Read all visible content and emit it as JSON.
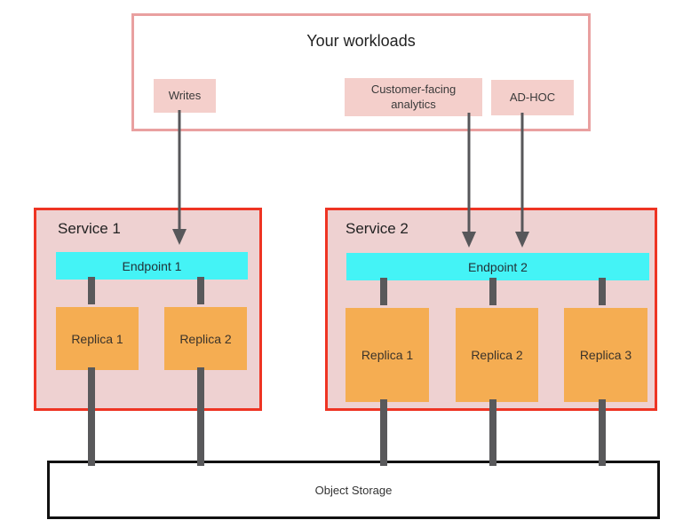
{
  "workloads": {
    "title": "Your workloads",
    "items": [
      {
        "label": "Writes"
      },
      {
        "label": "Customer-facing analytics"
      },
      {
        "label": "AD-HOC"
      }
    ]
  },
  "services": [
    {
      "title": "Service 1",
      "endpoint": "Endpoint 1",
      "replicas": [
        "Replica 1",
        "Replica 2"
      ]
    },
    {
      "title": "Service 2",
      "endpoint": "Endpoint 2",
      "replicas": [
        "Replica 1",
        "Replica 2",
        "Replica 3"
      ]
    }
  ],
  "storage": {
    "label": "Object Storage"
  },
  "colors": {
    "workloads_border": "#e9a0a0",
    "pill_bg": "#f4cfcb",
    "service_border": "#ee3423",
    "service_bg": "#eed1d1",
    "endpoint_bg": "#44f3f6",
    "replica_bg": "#f5ad52",
    "connector": "#59595b",
    "arrow": "#57575a",
    "storage_border": "#111111"
  }
}
